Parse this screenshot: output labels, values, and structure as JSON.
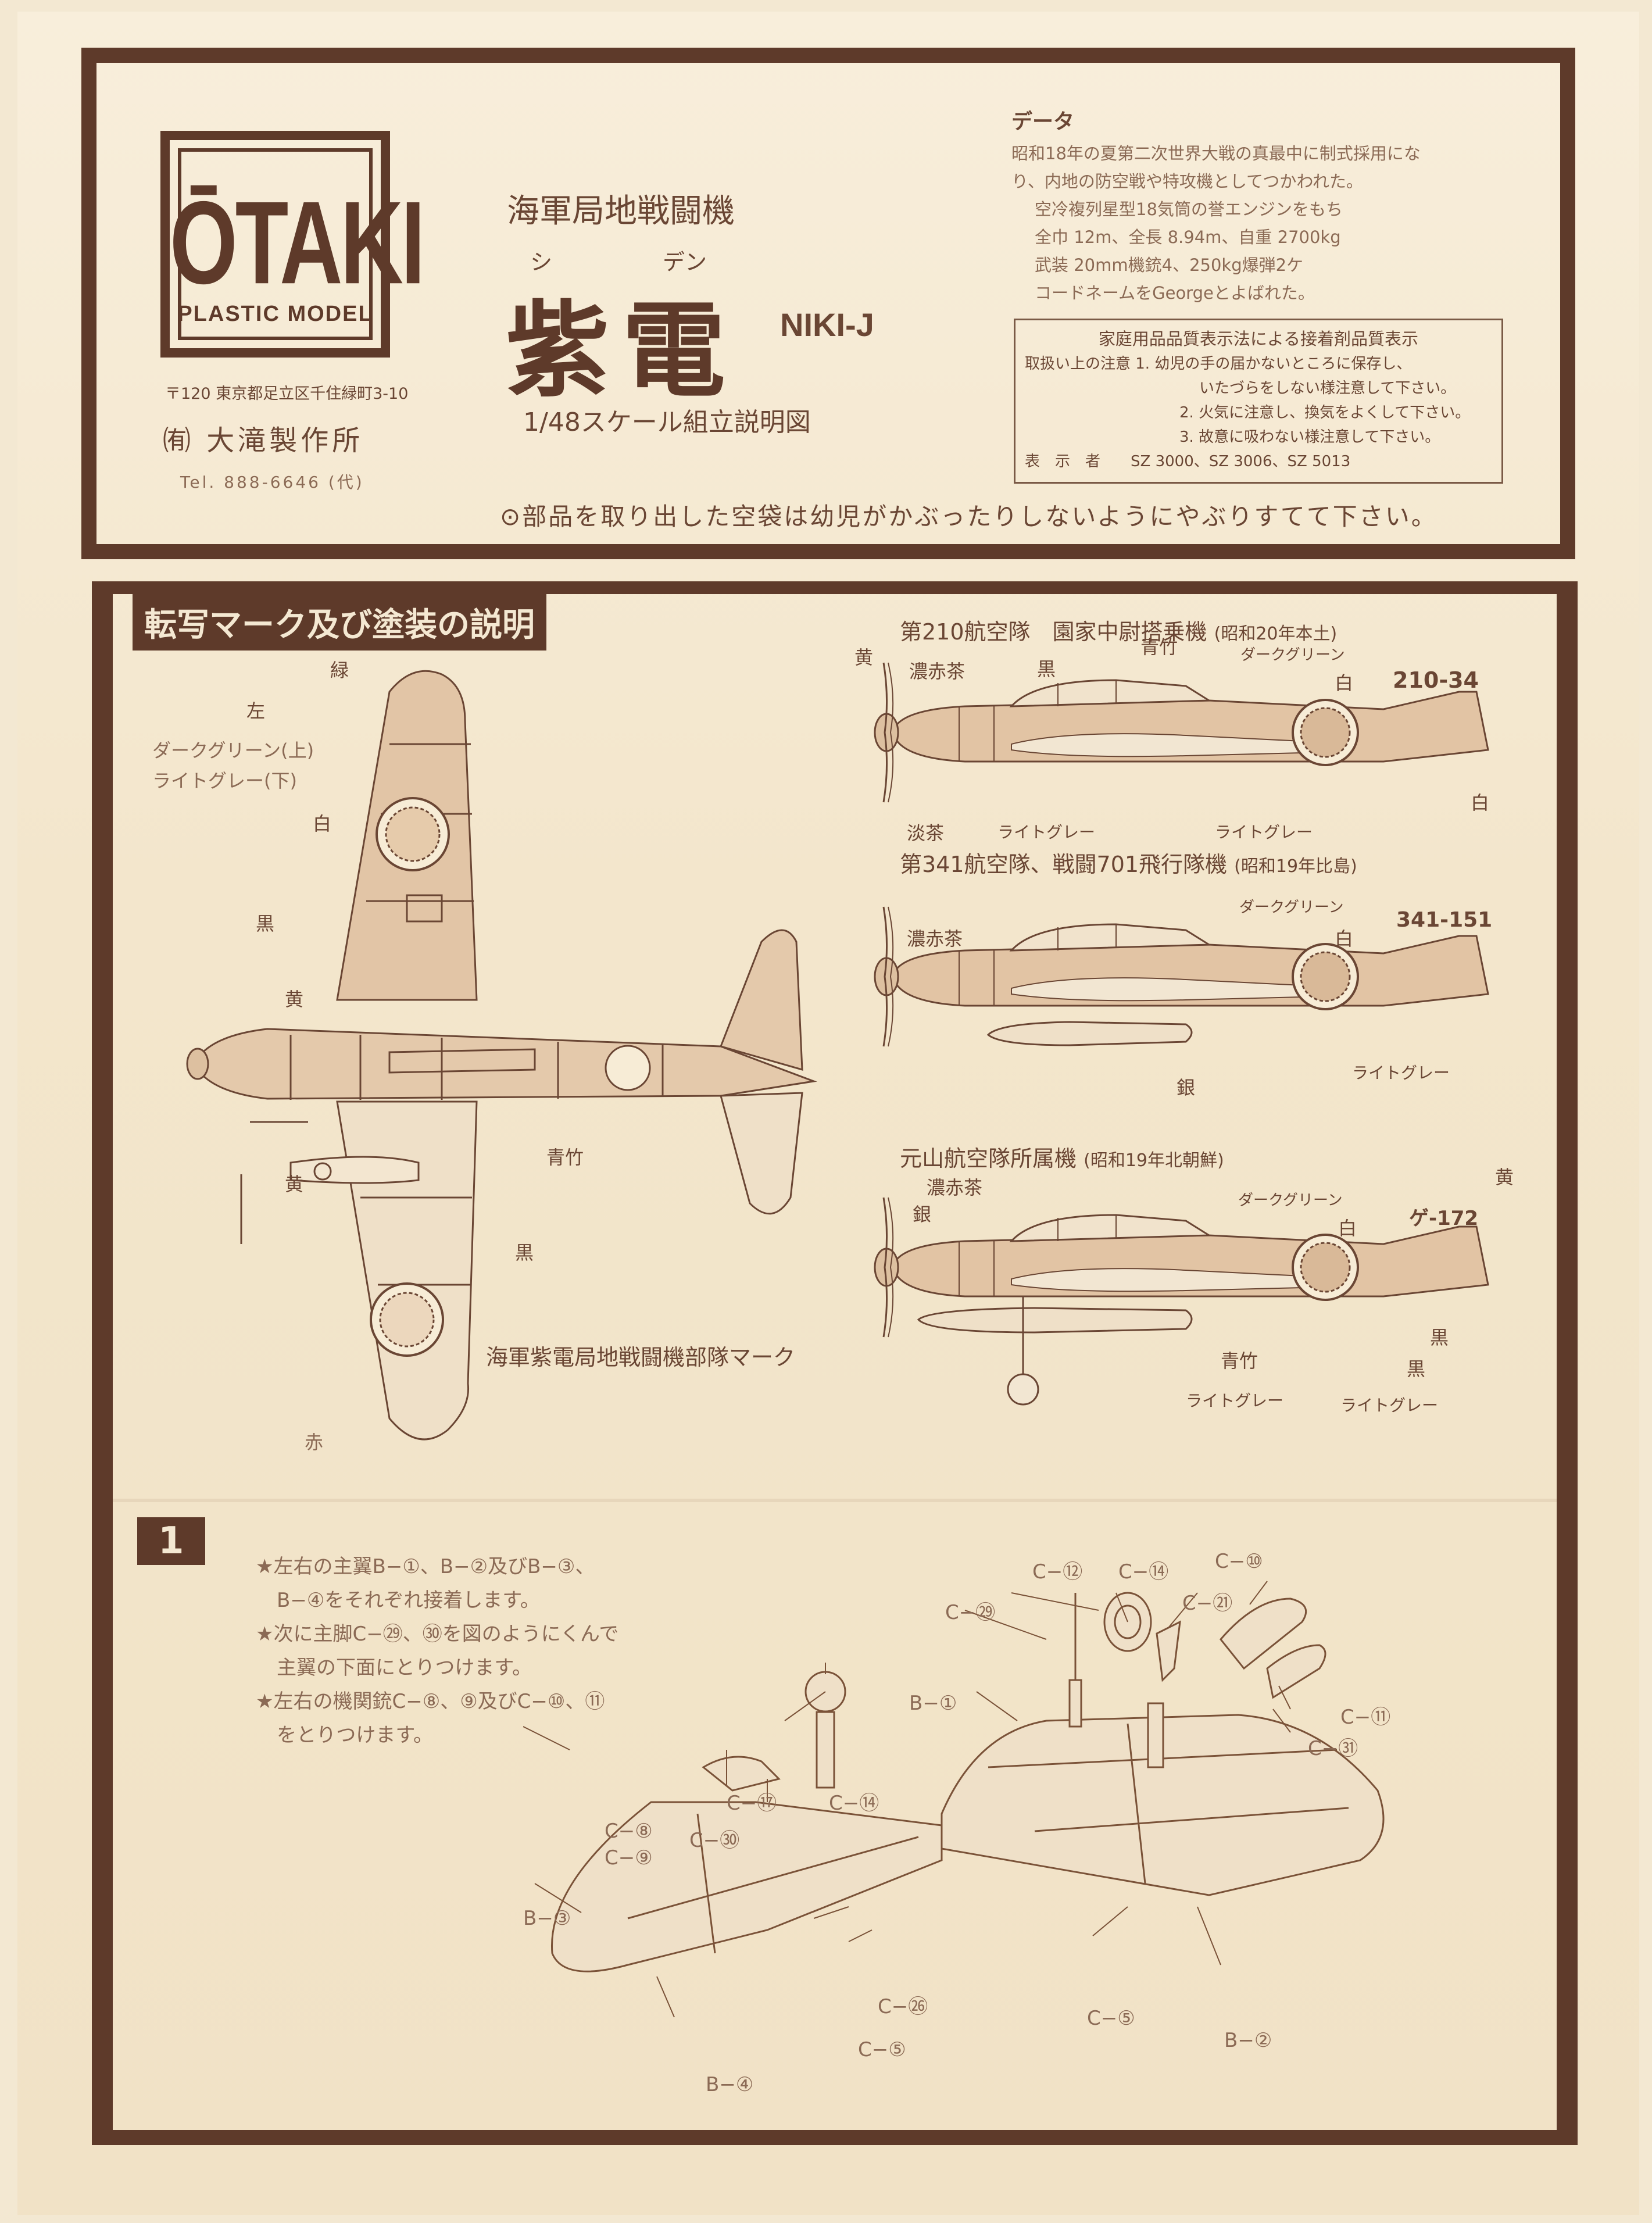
{
  "logo": {
    "brand": "ŌTAKI",
    "subtitle": "PLASTIC MODEL"
  },
  "company": {
    "address": "〒120 東京都足立区千住緑町3-10",
    "name": "㈲ 大滝製作所",
    "tel": "Tel. 888-6646 (代)"
  },
  "header": {
    "kind": "海軍局地戦闘機",
    "ruby_left": "シ",
    "ruby_right": "デン",
    "name": "紫電",
    "code": "NIKI-J",
    "scale": "1/48スケール組立説明図"
  },
  "data_box": {
    "title": "データ",
    "lines": [
      "昭和18年の夏第二次世界大戦の真最中に制式採用にな",
      "り、内地の防空戦や特攻機としてつかわれた。",
      "空冷複列星型18気筒の誉エンジンをもち",
      "全巾 12m、全長 8.94m、自重 2700kg",
      "武装 20mm機銃4、250kg爆弾2ケ",
      "コードネームをGeorgeとよばれた。"
    ]
  },
  "quality_box": {
    "title": "家庭用品品質表示法による接着剤品質表示",
    "lines": [
      "取扱い上の注意 1. 幼児の手の届かないところに保存し、",
      "いたづらをしない様注意して下さい。",
      "2. 火気に注意し、換気をよくして下さい。",
      "3. 故意に吸わない様注意して下さい。",
      "表　示　者　　SZ 3000、SZ 3006、SZ 5013"
    ]
  },
  "warning": "⊙部品を取り出した空袋は幼児がかぶったりしないようにやぶりすてて下さい。",
  "decal_section": {
    "title": "転写マーク及び塗装の説明",
    "plan_labels": {
      "green": "緑",
      "left": "左",
      "dark_green_top": "ダークグリーン(上)",
      "light_grey_bottom": "ライトグレー(下)",
      "white": "白",
      "black1": "黒",
      "yellow1": "黄",
      "aotake": "青竹",
      "yellow2": "黄",
      "black2": "黒",
      "red": "赤",
      "unit_mark": "海軍紫電局地戦闘機部隊マーク"
    },
    "aircraft": [
      {
        "caption": "第210航空隊　園家中尉搭乗機",
        "note": "(昭和20年本土)",
        "tail_code": "210-34",
        "labels": [
          "黄",
          "濃赤茶",
          "黒",
          "青竹",
          "ダークグリーン",
          "白",
          "淡茶",
          "ライトグレー",
          "ライトグレー",
          "白"
        ]
      },
      {
        "caption": "第341航空隊、戦闘701飛行隊機",
        "note": "(昭和19年比島)",
        "tail_code": "341-151",
        "labels": [
          "濃赤茶",
          "ダークグリーン",
          "白",
          "銀",
          "ライトグレー"
        ]
      },
      {
        "caption": "元山航空隊所属機",
        "note": "(昭和19年北朝鮮)",
        "tail_code": "ゲ-172",
        "labels": [
          "濃赤茶",
          "銀",
          "ダークグリーン",
          "白",
          "黄",
          "青竹",
          "黒",
          "黒",
          "ライトグレー",
          "ライトグレー"
        ]
      }
    ]
  },
  "step1": {
    "number": "1",
    "instructions": [
      "★左右の主翼B−①、B−②及びB−③、",
      "B−④をそれぞれ接着します。",
      "★次に主脚C−㉙、㉚を図のようにくんで",
      "主翼の下面にとりつけます。",
      "★左右の機関銃C−⑧、⑨及びC−⑩、⑪",
      "をとりつけます。"
    ],
    "parts": {
      "c12": "C−⑫",
      "c14a": "C−⑭",
      "c10": "C−⑩",
      "c29": "C−㉙",
      "c21": "C−㉑",
      "b1": "B−①",
      "c11": "C−⑪",
      "c31": "C−㉛",
      "c17": "C−⑰",
      "c14b": "C−⑭",
      "c8": "C−⑧",
      "c30": "C−㉚",
      "c9": "C−⑨",
      "b3": "B−③",
      "c26": "C−㉖",
      "c5a": "C−⑤",
      "c5b": "C−⑤",
      "b4": "B−④",
      "b2": "B−②"
    }
  },
  "colors": {
    "ink": "#5e3a2a",
    "paper": "#f3e6cc",
    "fill": "#e7cdb0"
  }
}
